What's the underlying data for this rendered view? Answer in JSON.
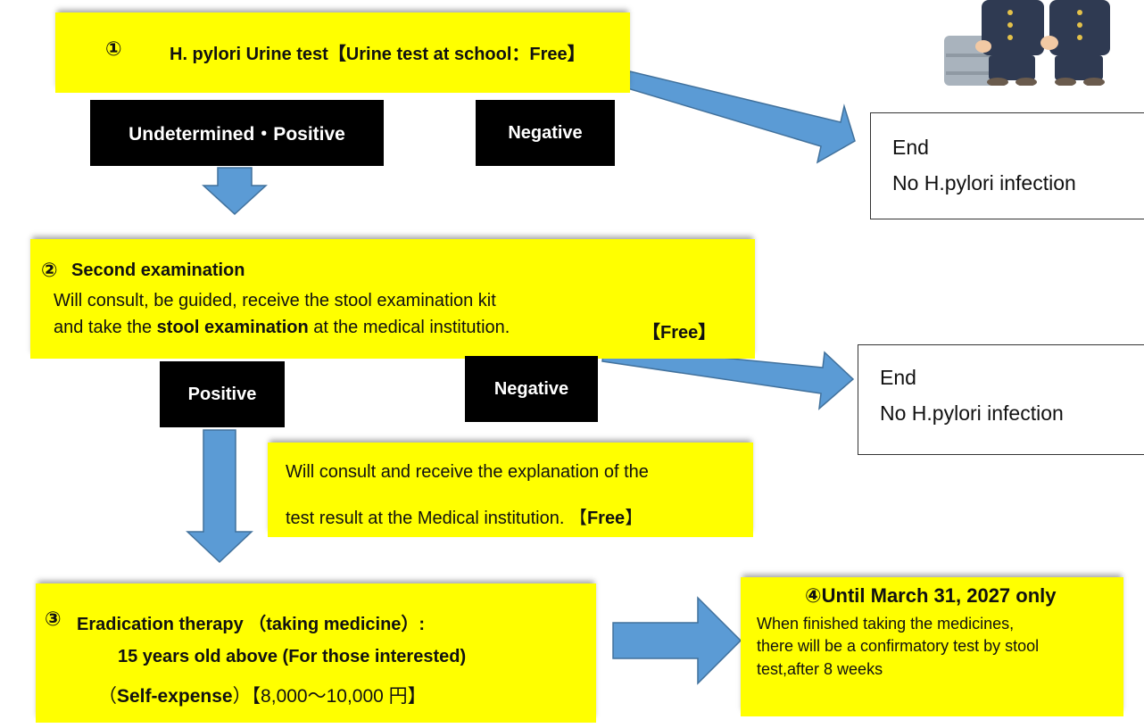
{
  "colors": {
    "highlight": "#ffff00",
    "arrow": "#5b9bd5",
    "arrow_border": "#41719c",
    "label_bg": "#000000"
  },
  "step1": {
    "number": "①",
    "text": "H. pylori Urine test【Urine test at school：Free】"
  },
  "branch1": {
    "positive": "Undetermined・Positive",
    "negative": "Negative"
  },
  "end1": {
    "line1": "End",
    "line2": "No H.pylori infection"
  },
  "step2": {
    "number": "②",
    "title": "Second examination",
    "line1": "Will consult, be guided, receive the stool examination kit",
    "line2_pre": "and take the ",
    "line2_bold": "stool examination",
    "line2_post": " at the medical institution.",
    "line2_tag": "【Free】"
  },
  "branch2": {
    "positive": "Positive",
    "negative": "Negative"
  },
  "end2": {
    "line1": "End",
    "line2": "No H.pylori infection"
  },
  "consult": {
    "line1": "Will consult and receive the explanation of the",
    "line2_pre": "test result at the Medical institution. ",
    "line2_tag_open": "【",
    "line2_tag_bold": "Free",
    "line2_tag_close": "】"
  },
  "step3": {
    "number": "③",
    "title": "Eradication therapy （taking medicine）:",
    "line2": "15 years old above (For those interested)",
    "line3_open": "（",
    "line3_bold": "Self-expense",
    "line3_close": "）",
    "line3_cost": "【8,000～10,000 円】"
  },
  "step4": {
    "title": "④Until March 31, 2027 only",
    "line1": "When finished taking the medicines,",
    "line2": "there will be a confirmatory test by stool",
    "line3": "test,after 8 weeks"
  }
}
